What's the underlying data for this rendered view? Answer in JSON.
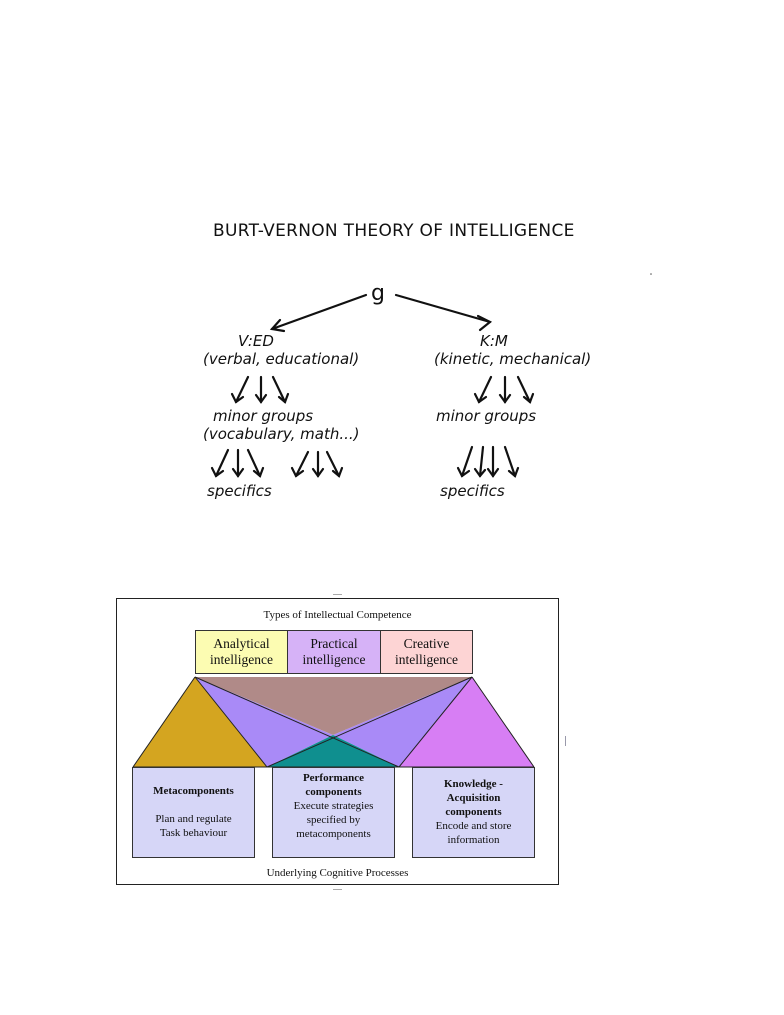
{
  "handwritten": {
    "title": "BURT-VERNON THEORY OF INTELLIGENCE",
    "root": "g",
    "left": {
      "label": "V:ED",
      "sub": "(verbal, educational)",
      "minor": "minor groups",
      "minor_sub": "(vocabulary, math...)",
      "specifics": "specifics"
    },
    "right": {
      "label": "K:M",
      "sub": "(kinetic, mechanical)",
      "minor": "minor groups",
      "specifics": "specifics"
    }
  },
  "figure": {
    "title": "Types of Intellectual Competence",
    "footer": "Underlying Cognitive Processes",
    "top_boxes": [
      {
        "label": "Analytical intelligence",
        "line1": "Analytical",
        "line2": "intelligence",
        "color": "#fcfcb2"
      },
      {
        "label": "Practical intelligence",
        "line1": "Practical",
        "line2": "intelligence",
        "color": "#d6b2f7"
      },
      {
        "label": "Creative intelligence",
        "line1": "Creative",
        "line2": "intelligence",
        "color": "#fdd4d4"
      }
    ],
    "bottom_boxes": [
      {
        "title": "Metacomponents",
        "desc1": "Plan and regulate",
        "desc2": "Task behaviour"
      },
      {
        "title1": "Performance",
        "title2": "components",
        "desc1": "Execute strategies",
        "desc2": "specified by",
        "desc3": "metacomponents"
      },
      {
        "title1": "Knowledge -",
        "title2": "Acquisition",
        "title3": "components",
        "desc1": "Encode and store",
        "desc2": "information"
      }
    ],
    "colors": {
      "box_fill": "#d6d6f7",
      "mauve": "#b08a88",
      "gold": "#d4a520",
      "violet": "#a98af7",
      "teal": "#0f8f8f",
      "magenta": "#d77ef4"
    }
  }
}
